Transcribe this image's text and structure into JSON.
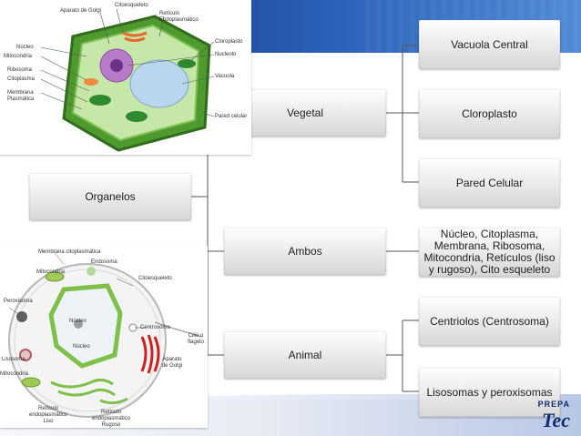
{
  "nodes": {
    "organelos": "Organelos",
    "vegetal": "Vegetal",
    "ambos": "Ambos",
    "animal": "Animal",
    "vacuola": "Vacuola Central",
    "cloroplasto": "Cloroplasto",
    "pared": "Pared Celular",
    "ambos_detail": "Núcleo, Citoplasma, Membrana, Ribosoma, Mitocondria, Retículos (liso y rugoso), Cito esqueleto",
    "centriolos": "Centriolos (Centrosoma)",
    "lisosomas": "Lisosomas y peroxisomas"
  },
  "plant_image": {
    "labels": {
      "citoesqueleto": "Citoesqueleto",
      "golgi": "Aparato de Golgi",
      "reticulo": "Retículo Endoplasmático",
      "nucleo": "Núcleo",
      "mitocondria": "Mitocondria",
      "ribosoma": "Ribosoma",
      "citoplasma": "Citoplasma",
      "membrana": "Membrana Plasmática",
      "cloroplasto": "Cloroplasto",
      "nucleolo": "Nucleolo",
      "vacuola": "Vacuola",
      "pared": "Pared celular"
    }
  },
  "animal_image": {
    "labels": {
      "membrana": "Membrana citoplasmática",
      "endosoma": "Endosoma",
      "mitocondria_top": "Mitocondria",
      "citoesqueleto": "Citoesqueleto",
      "peroxisoma": "Peroxisoma",
      "nucleolo": "Núcleo",
      "nucleo": "Núcleo",
      "centrosoma": "Centrosoma",
      "cilio": "Cilio o flagelo",
      "lisosoma": "Lisosoma",
      "mitocondria_bottom": "Mitocondria",
      "golgi": "Aparato de Golgi",
      "ret_liso": "Retículo endoplasmático Liso",
      "ret_rugoso": "Retículo endoplasmático Rugoso"
    }
  },
  "logo": {
    "prepa": "PREPA",
    "tec": "Tec"
  }
}
